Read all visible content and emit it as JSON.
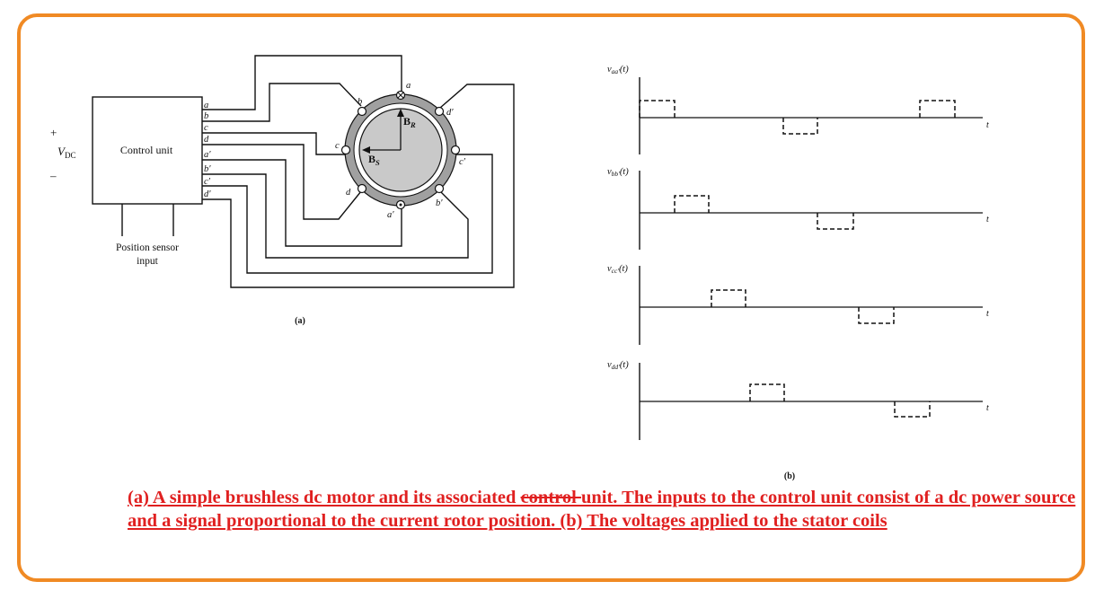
{
  "diagram_a": {
    "vdc_plus": "+",
    "vdc_label": "V",
    "vdc_sub": "DC",
    "vdc_minus": "–",
    "control_unit": "Control unit",
    "sensor_line1": "Position sensor",
    "sensor_line2": "input",
    "terminals": [
      "a",
      "b",
      "c",
      "d",
      "a′",
      "b′",
      "c′",
      "d′"
    ],
    "stator_labels": {
      "a": "a",
      "b": "b",
      "c": "c",
      "d": "d",
      "a_prime": "a′",
      "b_prime": "b′",
      "c_prime": "c′",
      "d_prime": "d′"
    },
    "br_label": "B",
    "br_sub": "R",
    "bs_label": "B",
    "bs_sub": "S",
    "panel_label": "(a)"
  },
  "diagram_b": {
    "panels": [
      {
        "ylabel": "v",
        "sub": "aa′",
        "arg": "(t)",
        "xlabel": "t"
      },
      {
        "ylabel": "v",
        "sub": "bb′",
        "arg": "(t)",
        "xlabel": "t"
      },
      {
        "ylabel": "v",
        "sub": "cc′",
        "arg": "(t)",
        "xlabel": "t"
      },
      {
        "ylabel": "v",
        "sub": "dd′",
        "arg": "(t)",
        "xlabel": "t"
      }
    ],
    "panel_label": "(b)"
  },
  "caption": {
    "part1": "(a) A simple brushless dc motor and its associated ",
    "struck": "control ",
    "part2": "unit. The inputs to the control unit consist of a dc power source and a signal proportional to the current rotor position. (b) The voltages applied to the stator coils"
  },
  "colors": {
    "frame": "#f08a24",
    "caption": "#e02020",
    "rotor": "#c9c9c9",
    "ring": "#9a9a9a"
  }
}
